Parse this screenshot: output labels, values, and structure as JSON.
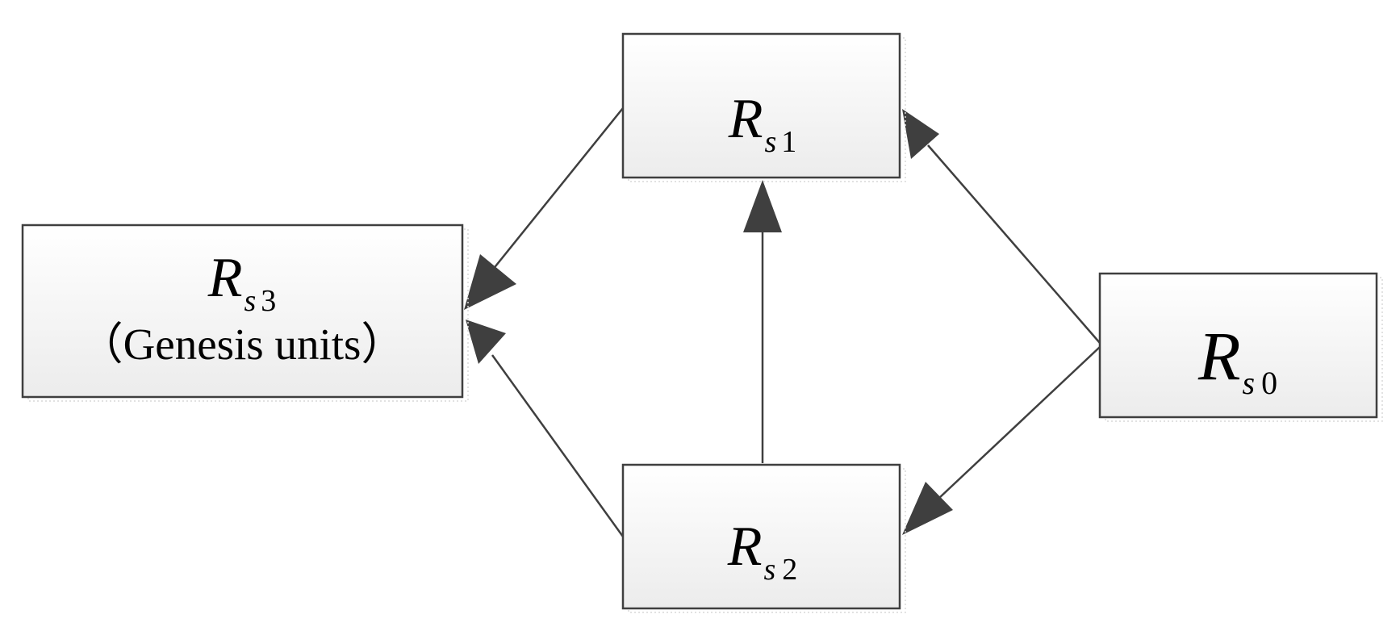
{
  "nodes": [
    {
      "id": "rs1",
      "main": "R",
      "sub_var": "s",
      "sub_idx": "1",
      "note": ""
    },
    {
      "id": "rs3",
      "main": "R",
      "sub_var": "s",
      "sub_idx": "3",
      "note": "（Genesis units）"
    },
    {
      "id": "rs0",
      "main": "R",
      "sub_var": "s",
      "sub_idx": "0",
      "note": ""
    },
    {
      "id": "rs2",
      "main": "R",
      "sub_var": "s",
      "sub_idx": "2",
      "note": ""
    }
  ],
  "edges": [
    {
      "from": "rs1",
      "to": "rs3"
    },
    {
      "from": "rs2",
      "to": "rs3"
    },
    {
      "from": "rs2",
      "to": "rs1"
    },
    {
      "from": "rs0",
      "to": "rs1"
    },
    {
      "from": "rs0",
      "to": "rs2"
    }
  ],
  "colors": {
    "stroke": "#3f3f3f",
    "box_top": "#ffffff",
    "box_bottom": "#ededed",
    "text": "#000000"
  }
}
